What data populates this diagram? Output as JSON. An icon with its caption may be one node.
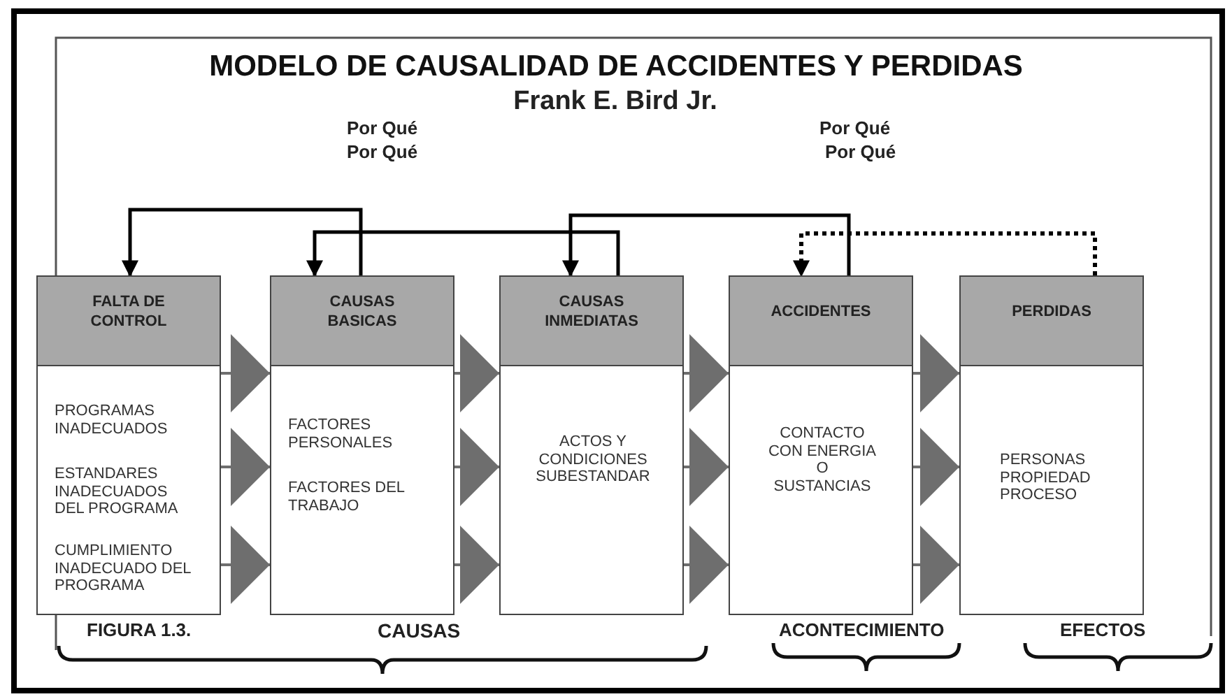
{
  "diagram": {
    "title": "MODELO DE CAUSALIDAD DE ACCIDENTES Y PERDIDAS",
    "nodes": [
      {
        "text": [
          "FALTA DE CONTROL",
          "PROGRAMAS INADECUADOS",
          "ESTANDARES INADECUADOS DEL PROGRAMA",
          "CUMPLIMIENTO INADECUADO DEL PROGRAMA"
        ]
      },
      {
        "text": [
          "CAUSAS BASICAS",
          "FACTORES PERSONALES",
          "FACTORES DEL TRABAJO"
        ]
      },
      {
        "text": [
          "CAUSAS INMEDIATAS",
          "ACTOS Y CONDICIONES SUBESTANDAR"
        ]
      },
      {
        "text": [
          "ACCIDENTES",
          "CONTACTO CON ENERGIA O SUSTANCIAS"
        ]
      },
      {
        "text": [
          "PERDIDAS",
          "PERSONAS PROPIEDAD PROCESO"
        ]
      }
    ],
    "edges": [
      {
        "from": 0,
        "to": 1,
        "arrow": "to"
      },
      {
        "from": 0,
        "to": 1,
        "arrow": "to"
      },
      {
        "from": 0,
        "to": 1,
        "arrow": "to"
      },
      {
        "from": 1,
        "to": 2,
        "arrow": "to"
      },
      {
        "from": 1,
        "to": 2,
        "arrow": "to"
      },
      {
        "from": 1,
        "to": 2,
        "arrow": "to"
      },
      {
        "from": 2,
        "to": 3,
        "arrow": "to"
      },
      {
        "from": 2,
        "to": 3,
        "arrow": "to"
      },
      {
        "from": 2,
        "to": 3,
        "arrow": "to"
      },
      {
        "from": 3,
        "to": 4,
        "arrow": "to"
      },
      {
        "from": 3,
        "to": 4,
        "arrow": "to"
      },
      {
        "from": 3,
        "to": 4,
        "arrow": "to"
      },
      {
        "from": 1,
        "to": 0,
        "arrow": "to",
        "color": "#000000"
      },
      {
        "from": 2,
        "to": 1,
        "arrow": "to",
        "color": "#000000"
      },
      {
        "from": 3,
        "to": 2,
        "arrow": "to",
        "color": "#000000"
      },
      {
        "from": 4,
        "to": 3,
        "arrow": "to",
        "style": "dashed",
        "color": "#000000"
      }
    ],
    "labels": [
      "Frank E. Bird Jr.",
      "Por Qué",
      "Por Qué",
      "Por Qué",
      "Por Qué",
      "FIGURA 1.3.",
      "CAUSAS",
      "ACONTECIMIENTO",
      "EFECTOS"
    ]
  }
}
